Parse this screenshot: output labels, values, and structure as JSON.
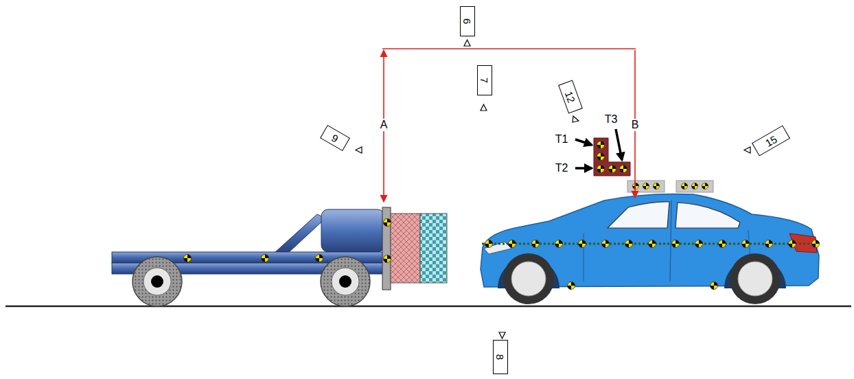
{
  "diagram": {
    "nodes": [
      {
        "text": [
          "6"
        ]
      },
      {
        "text": [
          "7"
        ]
      },
      {
        "text": [
          "9"
        ]
      },
      {
        "text": [
          "12"
        ]
      },
      {
        "text": [
          "15"
        ]
      },
      {
        "text": [
          "8"
        ]
      }
    ],
    "labels": [
      "A",
      "B",
      "T1",
      "T2",
      "T3"
    ]
  }
}
